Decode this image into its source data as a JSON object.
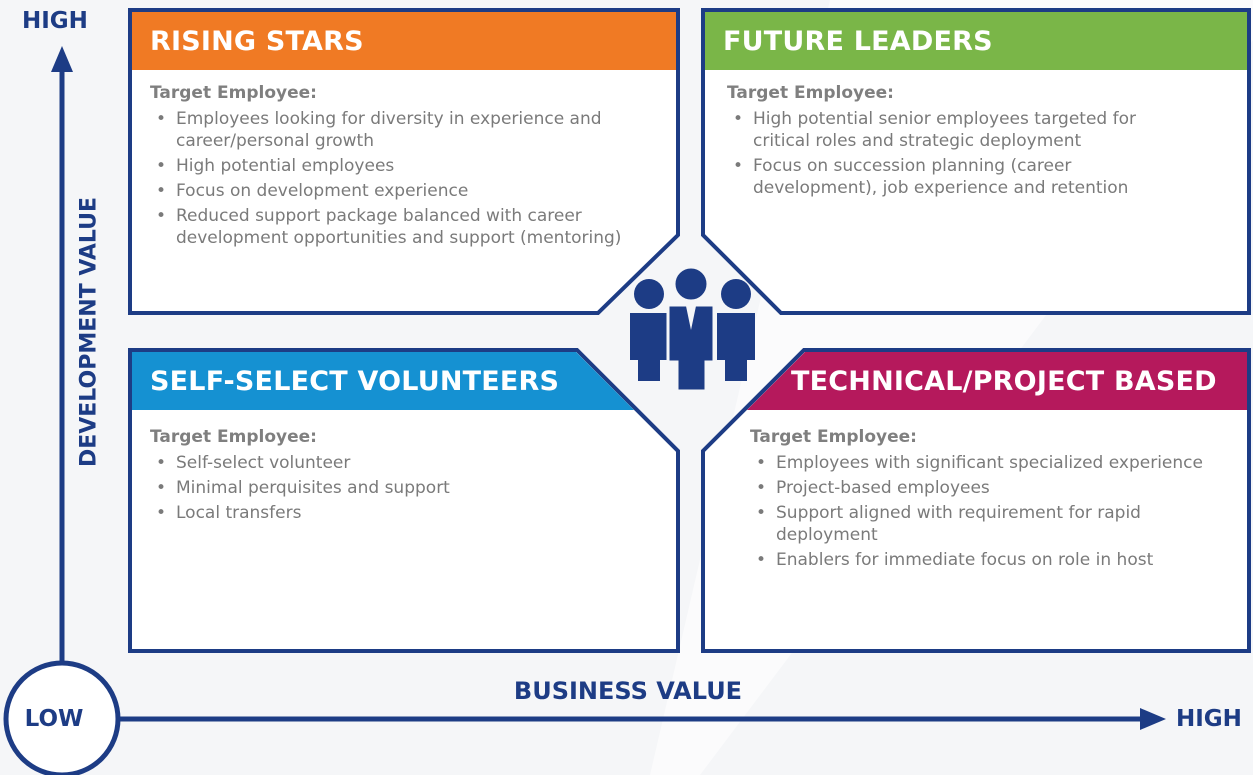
{
  "axes": {
    "y_high": "HIGH",
    "x_high": "HIGH",
    "low": "LOW",
    "y_title": "DEVELOPMENT VALUE",
    "x_title": "BUSINESS VALUE"
  },
  "quadrants": [
    {
      "title": "RISING STARS",
      "color": "#f07a24",
      "target_label": "Target Employee:",
      "bullets": [
        "Employees looking for diversity in experience and career/personal growth",
        "High potential employees",
        "Focus on development experience",
        "Reduced support package balanced with career development opportunities and support (mentoring)"
      ]
    },
    {
      "title": "FUTURE LEADERS",
      "color": "#7ab648",
      "target_label": "Target Employee:",
      "bullets": [
        "High potential senior employees targeted for critical roles and strategic deployment",
        "Focus on succession planning (career development), job experience and retention"
      ]
    },
    {
      "title": "SELF-SELECT VOLUNTEERS",
      "color": "#1591d2",
      "target_label": "Target Employee:",
      "bullets": [
        "Self-select volunteer",
        "Minimal perquisites and support",
        "Local transfers"
      ]
    },
    {
      "title": "TECHNICAL/PROJECT BASED",
      "color": "#b5195c",
      "target_label": "Target Employee:",
      "bullets": [
        "Employees with significant specialized experience",
        "Project-based employees",
        "Support aligned with requirement for rapid deployment",
        "Enablers for immediate focus on role in host"
      ]
    }
  ],
  "center_icon": "people-group-icon",
  "colors": {
    "navy": "#1d3c85",
    "text_gray": "#7a7a7a"
  }
}
